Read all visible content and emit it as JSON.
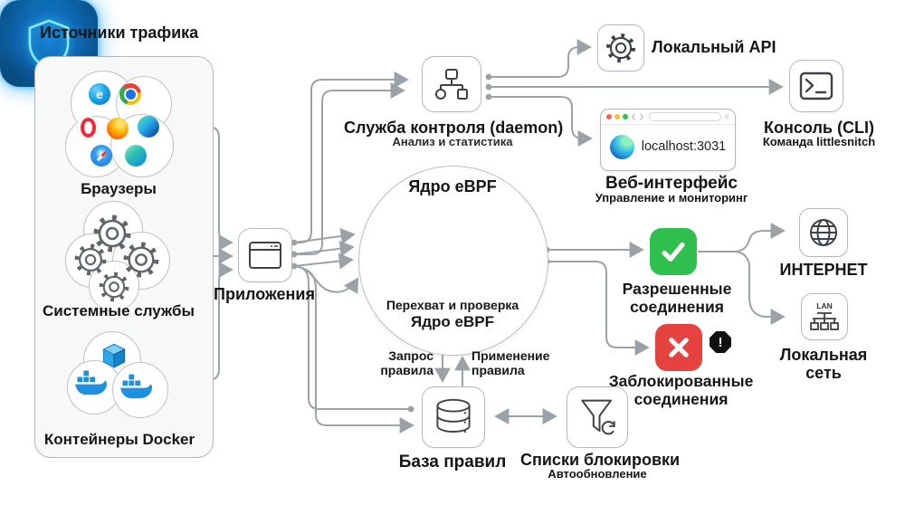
{
  "diagram_title_area": {
    "sources_title": "Источники трафика",
    "browsers_label": "Браузеры",
    "services_label": "Системные службы",
    "docker_label": "Контейнеры Docker"
  },
  "apps": {
    "label": "Приложения"
  },
  "daemon": {
    "label": "Служба контроля (daemon)",
    "sublabel": "Анализ и статистика"
  },
  "api": {
    "label": "Локальный API"
  },
  "web": {
    "label": "Веб-интерфейс",
    "sublabel": "Управление и мониторинг",
    "url": "localhost:3031"
  },
  "cli": {
    "label": "Консоль (CLI)",
    "sublabel": "Команда littlesnitch"
  },
  "core": {
    "title": "Ядро eBPF",
    "caption1": "Перехват и проверка",
    "caption2": "Ядро eBPF"
  },
  "allowed": {
    "label": "Разрешенные соединения"
  },
  "blocked": {
    "label": "Заблокированные соединения"
  },
  "internet": {
    "label": "ИНТЕРНЕТ"
  },
  "lan": {
    "label": "Локальная сеть",
    "icon_text": "LAN"
  },
  "rules_db": {
    "label": "База правил",
    "request_label": "Запрос правила",
    "apply_label": "Применение правила"
  },
  "blocklists": {
    "label": "Списки блокировки",
    "sublabel": "Автообновление"
  },
  "colors": {
    "allowed_green": "#2fbf4c",
    "blocked_red": "#e5433f",
    "wire_gray": "#9ba2a7",
    "docker_blue": "#1d90e0",
    "shield_glow": "#86e8ff",
    "traffic_red": "#ff5f57",
    "traffic_yellow": "#febc2e",
    "traffic_green": "#28c840"
  },
  "icons": [
    "ie-icon",
    "chrome-icon",
    "opera-icon",
    "firefox-icon",
    "edge-icon",
    "safari-icon",
    "gear-icon",
    "docker-whale-icon",
    "docker-container-icon",
    "app-window-icon",
    "hierarchy-icon",
    "terminal-icon",
    "globe-icon",
    "lan-icon",
    "database-icon",
    "funnel-refresh-icon",
    "check-icon",
    "x-icon",
    "warning-octagon-icon",
    "shield-icon",
    "edge-logo-icon"
  ]
}
